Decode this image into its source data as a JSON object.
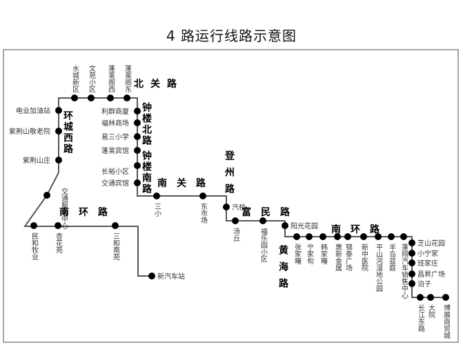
{
  "title": "4 路运行线路示意图",
  "colors": {
    "line": "#555555",
    "stop": "#000000",
    "frame": "#888888"
  },
  "stations": [
    "新汽车站",
    "三和南苑",
    "杏花苑",
    "民和牧业",
    "交通服务中心",
    "紫荆山庄",
    "紫荆山敬老院",
    "电业加油站",
    "水城新区",
    "文苑小区",
    "蓬莱阁西",
    "蓬莱阁东",
    "利群商厦",
    "福林商场",
    "易三小学",
    "蓬莱宾馆",
    "长裕小区",
    "交通宾馆",
    "三小",
    "东市场",
    "汽校",
    "汤丘",
    "福乐园小区",
    "阳光花园",
    "张家疃",
    "宁家旬",
    "韩家疃",
    "惠新金属",
    "锦泰广场",
    "新中医院",
    "平山河湿地公园",
    "半岛蓝庭",
    "蓬翔汽车销售中心",
    "芝山花园",
    "小宁家",
    "班家庄",
    "昌昇广场",
    "泊子",
    "长江东路",
    "大院",
    "博展商贸城"
  ],
  "roads": [
    "北关路",
    "环城西路",
    "钟楼北路",
    "钟楼南路",
    "南关路",
    "登州路",
    "南环路",
    "富民路",
    "黄海路",
    "南环路"
  ]
}
